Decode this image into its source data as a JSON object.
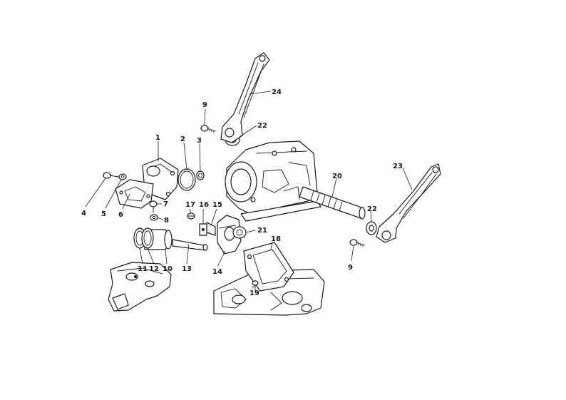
{
  "callouts": [
    {
      "id": "c1",
      "text": "1"
    },
    {
      "id": "c2",
      "text": "2"
    },
    {
      "id": "c3",
      "text": "3"
    },
    {
      "id": "c4",
      "text": "4"
    },
    {
      "id": "c5",
      "text": "5"
    },
    {
      "id": "c6",
      "text": "6"
    },
    {
      "id": "c7",
      "text": "7"
    },
    {
      "id": "c8",
      "text": "8"
    },
    {
      "id": "c9a",
      "text": "9"
    },
    {
      "id": "c9b",
      "text": "9"
    },
    {
      "id": "c10",
      "text": "10"
    },
    {
      "id": "c11",
      "text": "11"
    },
    {
      "id": "c12",
      "text": "12"
    },
    {
      "id": "c13",
      "text": "13"
    },
    {
      "id": "c14",
      "text": "14"
    },
    {
      "id": "c15",
      "text": "15"
    },
    {
      "id": "c16",
      "text": "16"
    },
    {
      "id": "c17",
      "text": "17"
    },
    {
      "id": "c18",
      "text": "18"
    },
    {
      "id": "c19",
      "text": "19"
    },
    {
      "id": "c20",
      "text": "20"
    },
    {
      "id": "c21",
      "text": "21"
    },
    {
      "id": "c22a",
      "text": "22"
    },
    {
      "id": "c22b",
      "text": "22"
    },
    {
      "id": "c23",
      "text": "23"
    },
    {
      "id": "c24",
      "text": "24"
    }
  ]
}
